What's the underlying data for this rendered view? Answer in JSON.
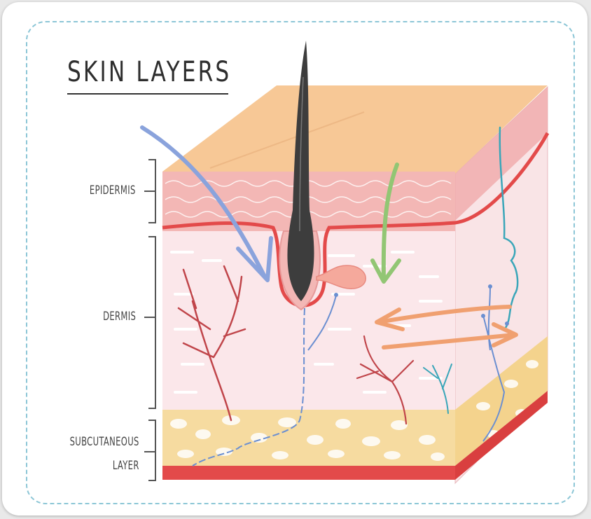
{
  "title": "SKIN LAYERS",
  "layers": [
    {
      "name": "EPIDERMIS"
    },
    {
      "name": "DERMIS"
    },
    {
      "name": "SUBCUTANEOUS LAYER",
      "line1": "SUBCUTANEOUS",
      "line2": "LAYER"
    }
  ],
  "colors": {
    "frame_dash": "#8cc6d6",
    "epidermis_top": "#f7c896",
    "epidermis": "#f3b7b5",
    "red_line": "#e34a4a",
    "dermis": "#fbe7ea",
    "fat": "#f6dba0",
    "hair": "#3d3d3d",
    "arrow_blue": "#8aa3dc",
    "arrow_green": "#92c674",
    "arrow_orange": "#f0a070",
    "vessel_red": "#c0454a",
    "nerve_blue": "#6b8fd1",
    "vessel_teal": "#3aa6b9"
  },
  "icons": [
    "skin-block-illustration",
    "hair-icon",
    "sebaceous-gland-icon",
    "blue-arrow-icon",
    "green-arrow-icon",
    "orange-double-arrow-icon"
  ]
}
